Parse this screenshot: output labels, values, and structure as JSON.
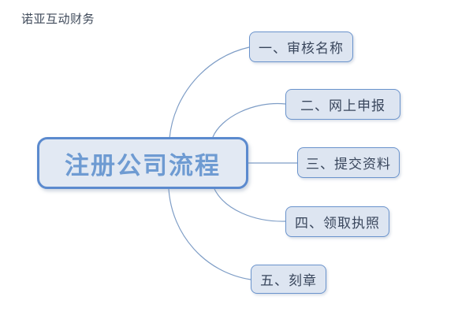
{
  "diagram": {
    "type": "mind-map",
    "watermark": "诺亚互动财务",
    "central": {
      "label": "注册公司流程",
      "fill": "#e2e9f3",
      "border": "#5b8ace",
      "text_color": "#6e9bd2"
    },
    "branch_style": {
      "fill": "#dde5f1",
      "border": "#6a93cc",
      "text_color": "#39465c"
    },
    "connector_color": "#7e9dc6",
    "branches": [
      {
        "index": "1",
        "label": "一、审核名称"
      },
      {
        "index": "2",
        "label": "二、网上申报"
      },
      {
        "index": "3",
        "label": "三、提交资料"
      },
      {
        "index": "4",
        "label": "四、领取执照"
      },
      {
        "index": "5",
        "label": "五、刻章"
      }
    ]
  }
}
